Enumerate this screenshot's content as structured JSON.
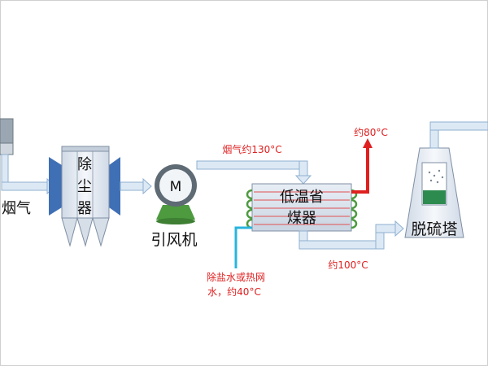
{
  "labels": {
    "flue_gas": "烟气",
    "dust_collector": [
      "除",
      "尘",
      "器"
    ],
    "motor_symbol": "M",
    "induced_fan": "引风机",
    "flue_gas_temp": "烟气约130°C",
    "economizer": [
      "低温省",
      "煤器"
    ],
    "out_water_temp": "约80°C",
    "gas_out_temp": "约100°C",
    "water_in": [
      "除盐水或热网",
      "水，约40°C"
    ],
    "desulfurization_tower": "脱硫塔"
  },
  "colors": {
    "pipe_fill": "#dce9f5",
    "pipe_edge": "#8fb0d0",
    "dust_body": "#e6ecf3",
    "dust_wing": "#3f6fb5",
    "fan_ring": "#5f6b74",
    "fan_base": "#4d9a3f",
    "coil": "#4d9a3f",
    "hot_water": "#e02020",
    "cold_water": "#29b4dc",
    "red_text": "#e02020"
  }
}
